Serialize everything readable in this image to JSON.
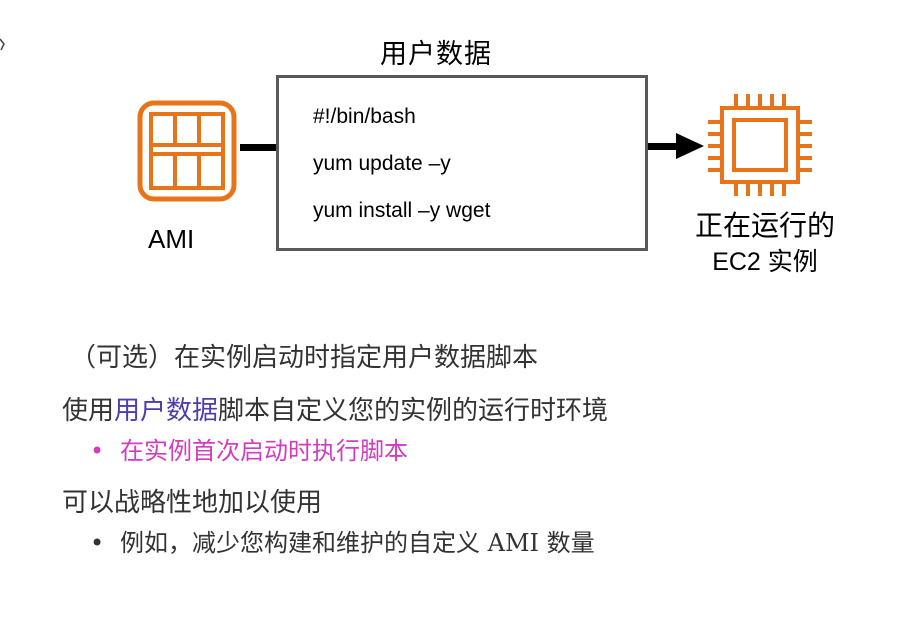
{
  "diagram": {
    "title": "用户数据",
    "ami_label": "AMI",
    "code_lines": [
      "#!/bin/bash",
      "yum update –y",
      "yum install –y wget"
    ],
    "ec2_label_line1": "正在运行的",
    "ec2_label_line2": "EC2 实例",
    "colors": {
      "orange": "#e8741a",
      "box_border": "#595959",
      "arrow": "#000000"
    },
    "icons": [
      "ami-grid-icon",
      "ec2-chip-icon"
    ]
  },
  "text": {
    "line1": "（可选）在实例启动时指定用户数据脚本",
    "line2_pre": "使用",
    "line2_highlight": "用户数据",
    "line2_post": "脚本自定义您的实例的运行时环境",
    "bullet1": "在实例首次启动时执行脚本",
    "line3": "可以战略性地加以使用",
    "bullet2": "例如，减少您构建和维护的自定义 AMI 数量",
    "bullet_symbol": "•",
    "colors": {
      "highlight": "#4b3fae",
      "bullet1": "#d23dbf"
    }
  }
}
